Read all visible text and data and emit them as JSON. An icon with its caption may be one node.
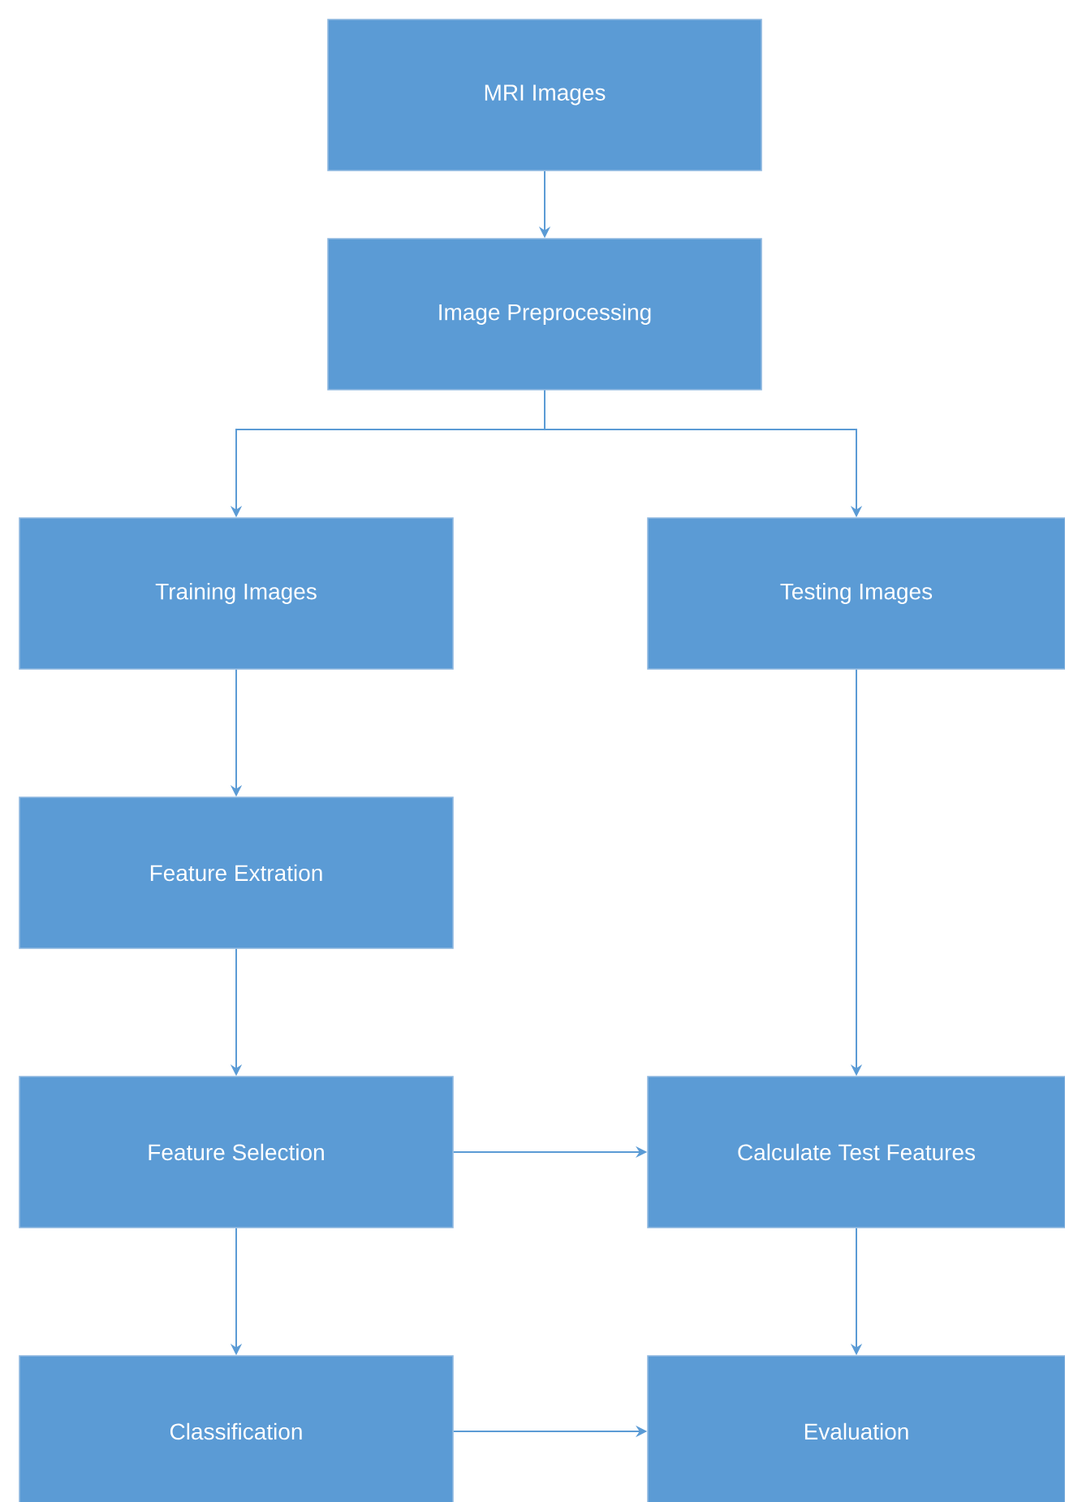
{
  "diagram": {
    "nodes": [
      {
        "text": [
          "MRI Images"
        ]
      },
      {
        "text": [
          "Image Preprocessing"
        ]
      },
      {
        "text": [
          "Training Images"
        ]
      },
      {
        "text": [
          "Testing Images"
        ]
      },
      {
        "text": [
          "Feature Extration"
        ]
      },
      {
        "text": [
          "Feature Selection"
        ]
      },
      {
        "text": [
          "Calculate Test Features"
        ]
      },
      {
        "text": [
          "Classification"
        ]
      },
      {
        "text": [
          "Evaluation"
        ]
      }
    ],
    "edges": [
      {
        "from": 0,
        "to": 1,
        "arrow": "to"
      },
      {
        "from": 1,
        "to": 2,
        "arrow": "to"
      },
      {
        "from": 1,
        "to": 3,
        "arrow": "to"
      },
      {
        "from": 2,
        "to": 4,
        "arrow": "to"
      },
      {
        "from": 4,
        "to": 5,
        "arrow": "to"
      },
      {
        "from": 3,
        "to": 6,
        "arrow": "to"
      },
      {
        "from": 5,
        "to": 6,
        "arrow": "to"
      },
      {
        "from": 5,
        "to": 7,
        "arrow": "to"
      },
      {
        "from": 6,
        "to": 8,
        "arrow": "to"
      },
      {
        "from": 7,
        "to": 8,
        "arrow": "to"
      }
    ]
  }
}
